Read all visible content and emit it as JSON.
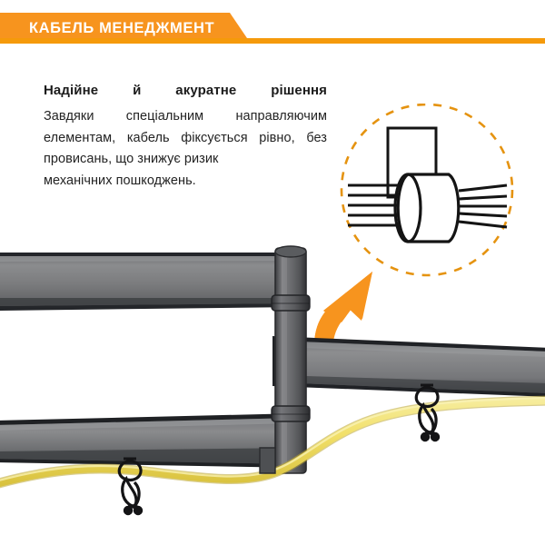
{
  "header": {
    "title": "КАБЕЛЬ МЕНЕДЖМЕНТ",
    "accent_color": "#F59A0B",
    "bar_color": "#F7941E"
  },
  "copy": {
    "heading": "Надійне й акуратне рішення",
    "body_line1": "Завдяки спеціальним направляючим",
    "body_line2": "елементам, кабель фіксується рівно,",
    "body_line3": "без провисань, що знижує ризик",
    "body_line4": "механічних пошкоджень.",
    "text_color": "#232323"
  },
  "inset": {
    "name": "cable-management-detail-circle",
    "circle_style": "dashed",
    "circle_color": "#E59310",
    "parts": [
      "cable-bundle",
      "retainer-clip",
      "bracket-plate"
    ],
    "line_color": "#1a1a1a",
    "cable_count": 5
  },
  "arrow": {
    "name": "curved-up-arrow",
    "color": "#F7941E",
    "direction": "up-right"
  },
  "photo": {
    "name": "monitor-mount-arm-photo",
    "metal_color": "#7b7b7b",
    "metal_dark": "#2f3033",
    "cable_color": "#F2E06A",
    "cable_edge": "#D8C23F",
    "tie_color": "#1c1c1c",
    "ties": 2,
    "arms": [
      "upper-arm",
      "lower-arm",
      "extension-arm"
    ],
    "joints": [
      "pivot-joint-top",
      "pivot-joint-bottom"
    ]
  }
}
